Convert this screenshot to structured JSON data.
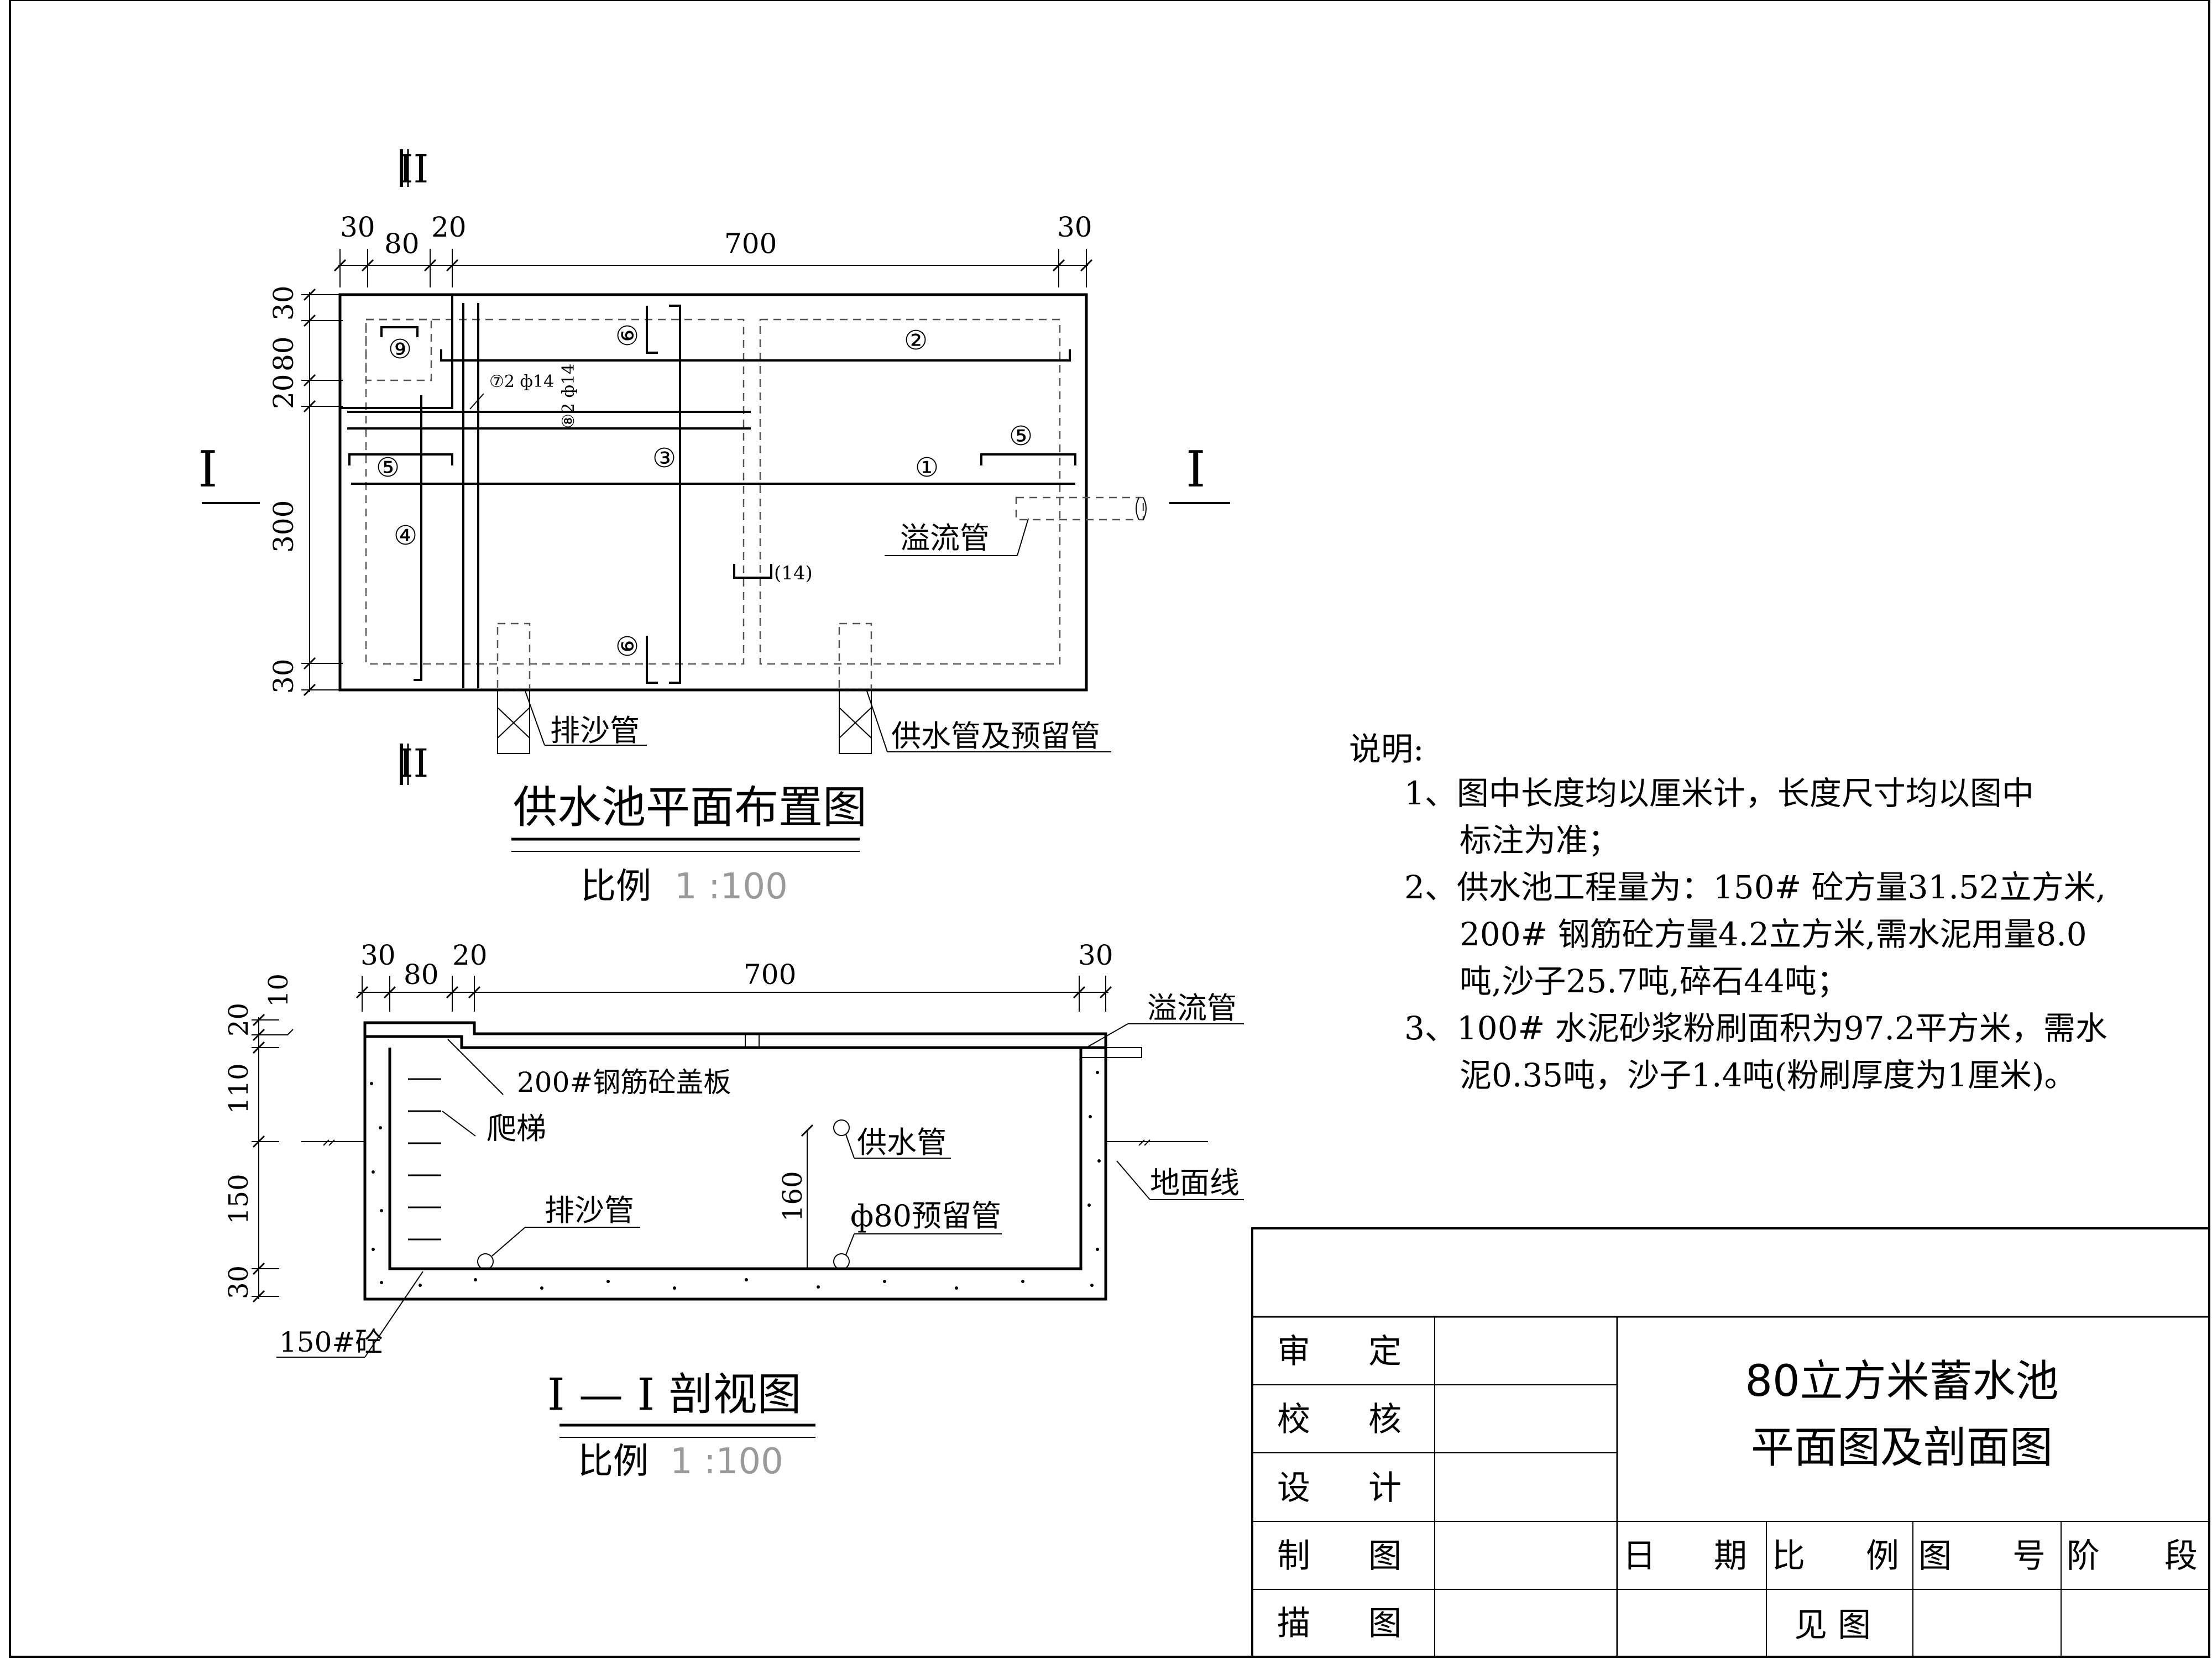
{
  "plan": {
    "title": "供水池平面布置图",
    "scale_label": "比例",
    "scale_value": "1 :100",
    "section_mark_I": "I",
    "section_mark_II": "II",
    "dims_top": [
      "30",
      "80",
      "20",
      "700",
      "30"
    ],
    "dims_left": [
      "30",
      "80",
      "20",
      "300",
      "30"
    ],
    "rebar": {
      "r1": "①",
      "r2": "②",
      "r3": "③",
      "r4": "④",
      "r5": "⑤",
      "r6": "⑥",
      "r9": "⑨",
      "r14": "(14)",
      "r7_label": "⑦2 ф14",
      "r8_label": "⑧2 ф14"
    },
    "labels": {
      "overflow": "溢流管",
      "sand_drain": "排沙管",
      "supply": "供水管及预留管"
    }
  },
  "section": {
    "title": "I — I 剖视图",
    "scale_label": "比例",
    "scale_value": "1 :100",
    "dims_top": [
      "30",
      "80",
      "20",
      "700",
      "30"
    ],
    "dims_left": [
      "20",
      "10",
      "110",
      "150",
      "30"
    ],
    "dim_160": "160",
    "labels": {
      "overflow": "溢流管",
      "cover": "200#钢筋砼盖板",
      "ladder": "爬梯",
      "supply": "供水管",
      "ground": "地面线",
      "sand_drain": "排沙管",
      "reserve": "ф80预留管",
      "concrete": "150#砼"
    }
  },
  "notes": {
    "heading": "说明:",
    "lines": [
      "1、图中长度均以厘米计，长度尺寸均以图中",
      "标注为准；",
      "2、供水池工程量为：150# 砼方量31.52立方米,",
      "200# 钢筋砼方量4.2立方米,需水泥用量8.0",
      "吨,沙子25.7吨,碎石44吨；",
      "3、100# 水泥砂浆粉刷面积为97.2平方米，需水",
      "泥0.35吨，沙子1.4吨(粉刷厚度为1厘米)。"
    ]
  },
  "title_block": {
    "roles": [
      {
        "a": "审",
        "b": "定"
      },
      {
        "a": "校",
        "b": "核"
      },
      {
        "a": "设",
        "b": "计"
      },
      {
        "a": "制",
        "b": "图"
      },
      {
        "a": "描",
        "b": "图"
      }
    ],
    "drawing_title_1": "80立方米蓄水池",
    "drawing_title_2": "平面图及剖面图",
    "cols": [
      {
        "a": "日",
        "b": "期"
      },
      {
        "a": "比",
        "b": "例"
      },
      {
        "a": "图",
        "b": "号"
      },
      {
        "a": "阶",
        "b": "段"
      }
    ],
    "scale_value": "见 图"
  }
}
